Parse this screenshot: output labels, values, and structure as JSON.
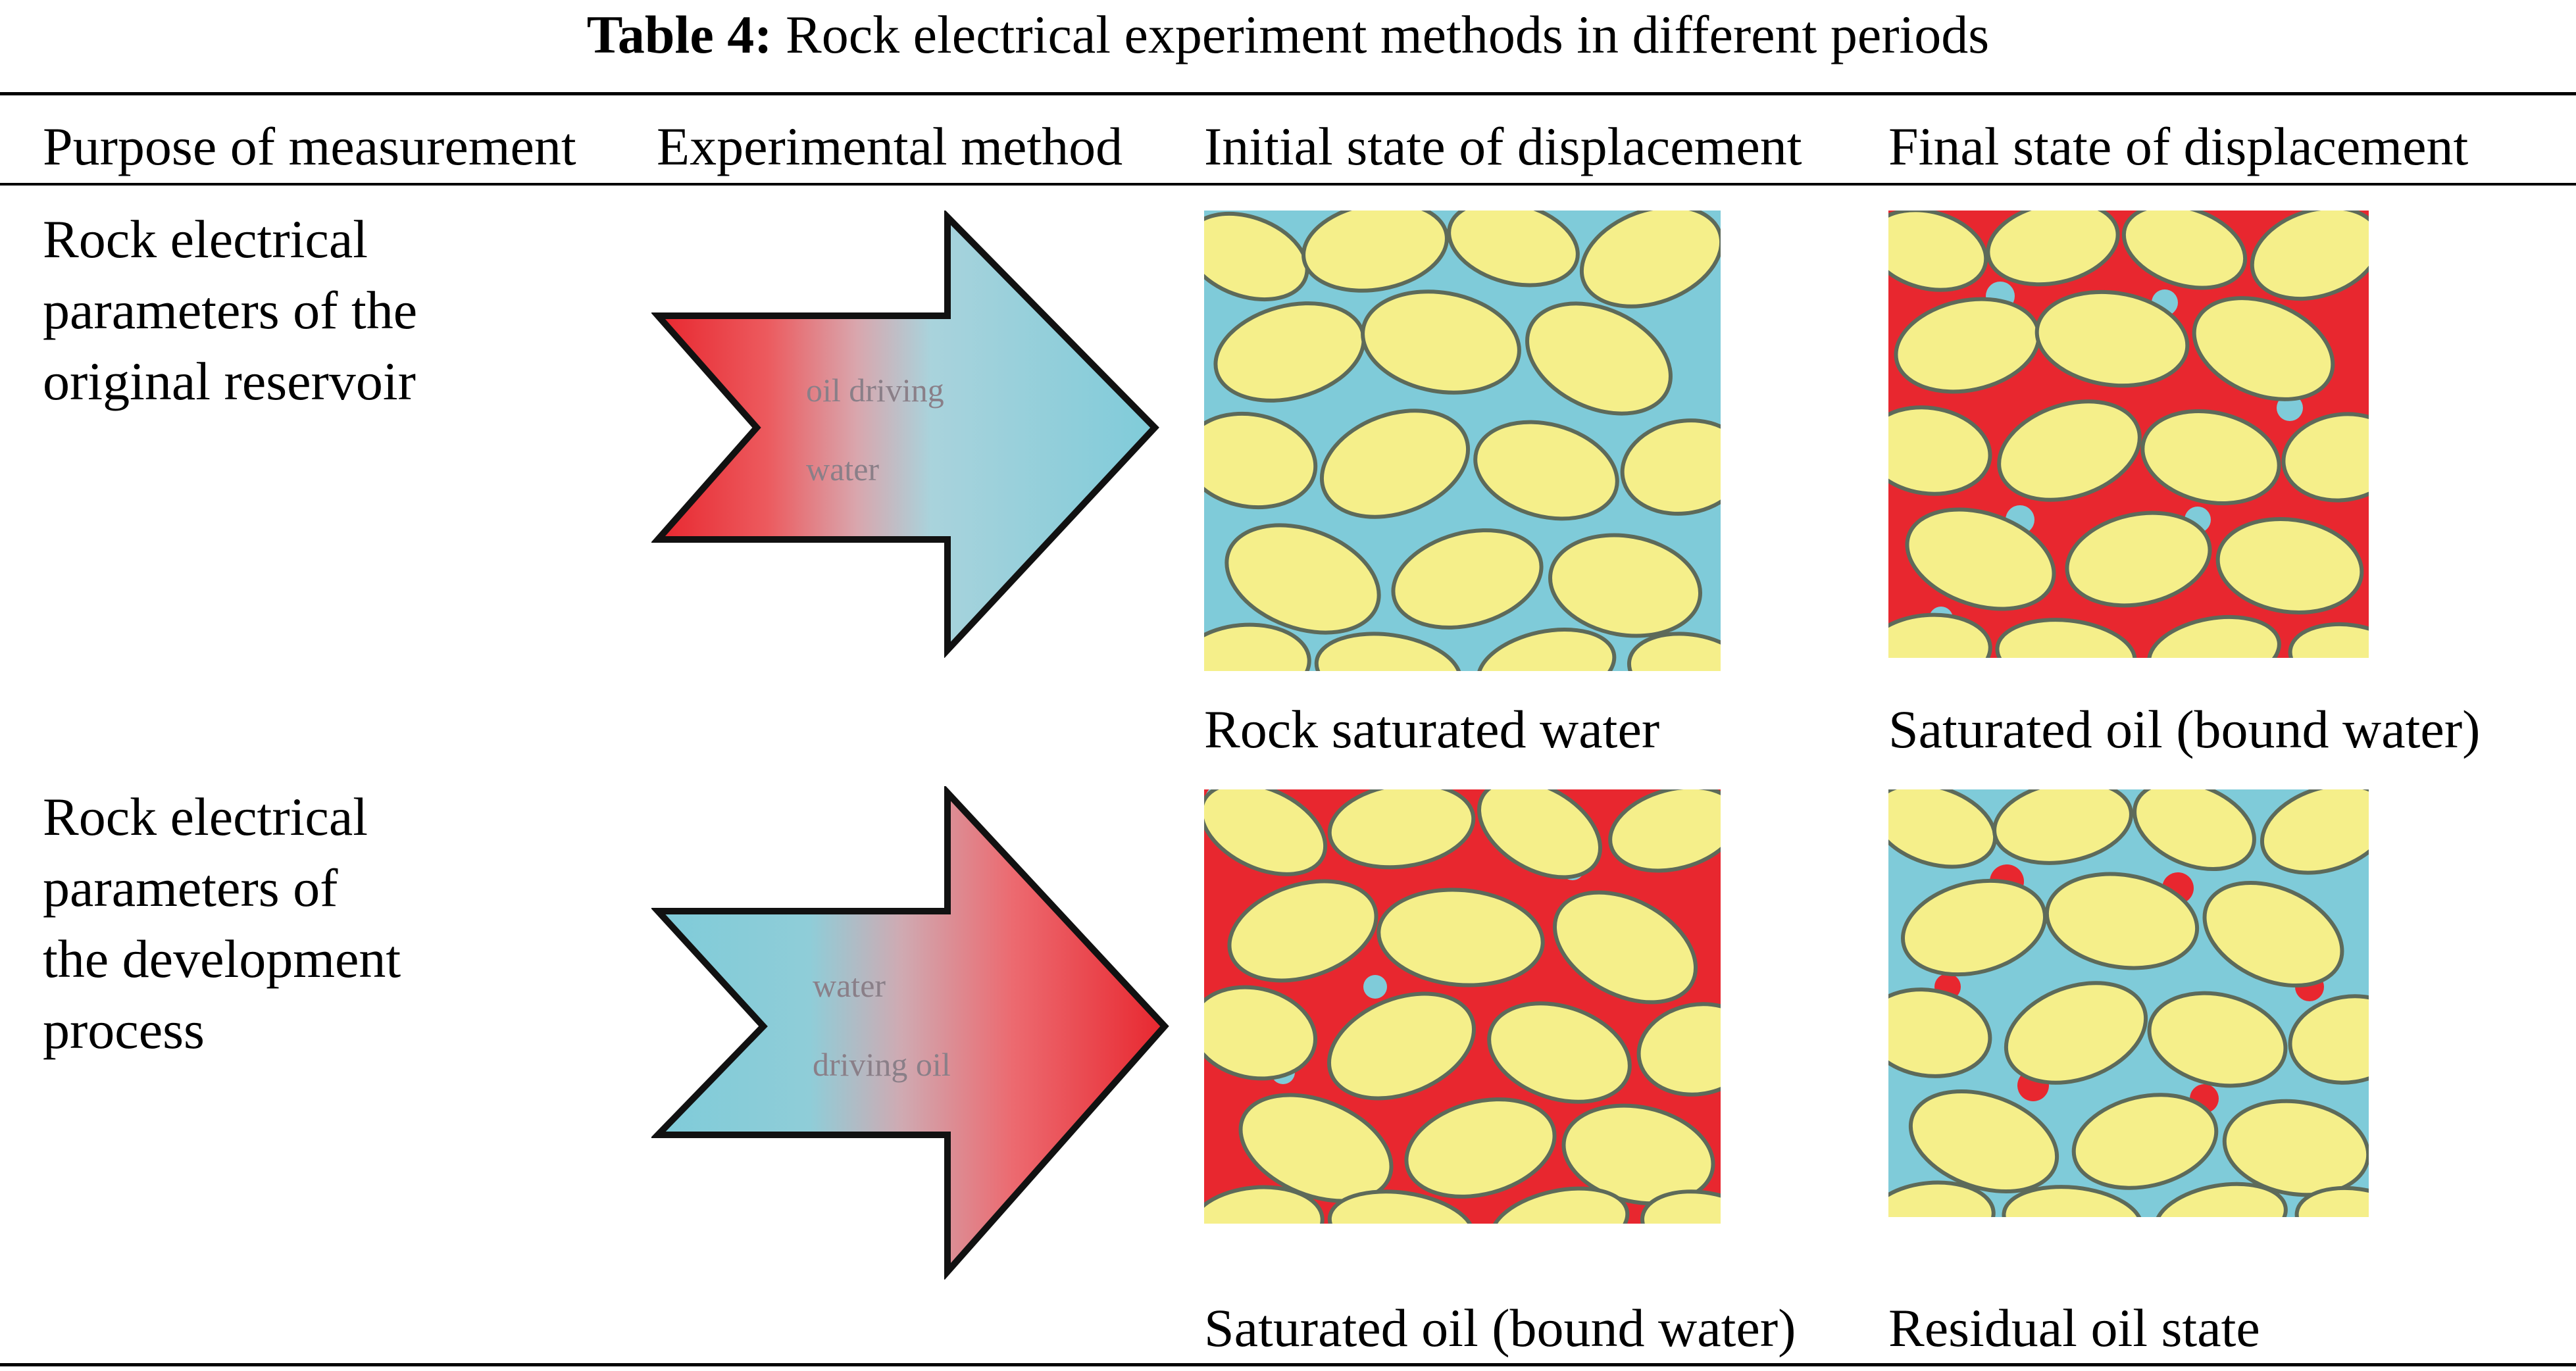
{
  "table": {
    "label": "Table 4:",
    "caption": "Rock electrical experiment methods in different periods",
    "headers": [
      "Purpose of measurement",
      "Experimental method",
      "Initial state of displacement",
      "Final state of displacement"
    ],
    "rows": [
      {
        "purpose": [
          "Rock electrical",
          "parameters of the",
          "original reservoir"
        ],
        "method_text": [
          "oil driving",
          "water"
        ],
        "initial_caption": "Rock saturated water",
        "final_caption": "Saturated oil (bound water)"
      },
      {
        "purpose": [
          "Rock electrical",
          "parameters of",
          "the development",
          "process"
        ],
        "method_text": [
          "water",
          "driving oil"
        ],
        "initial_caption": "Saturated oil (bound water)",
        "final_caption": "Residual oil state"
      }
    ]
  },
  "colors": {
    "oil": "#e8272f",
    "water": "#7fcbd9",
    "grain": "#f5ef8a",
    "grain_edge": "#5d6a5a"
  }
}
